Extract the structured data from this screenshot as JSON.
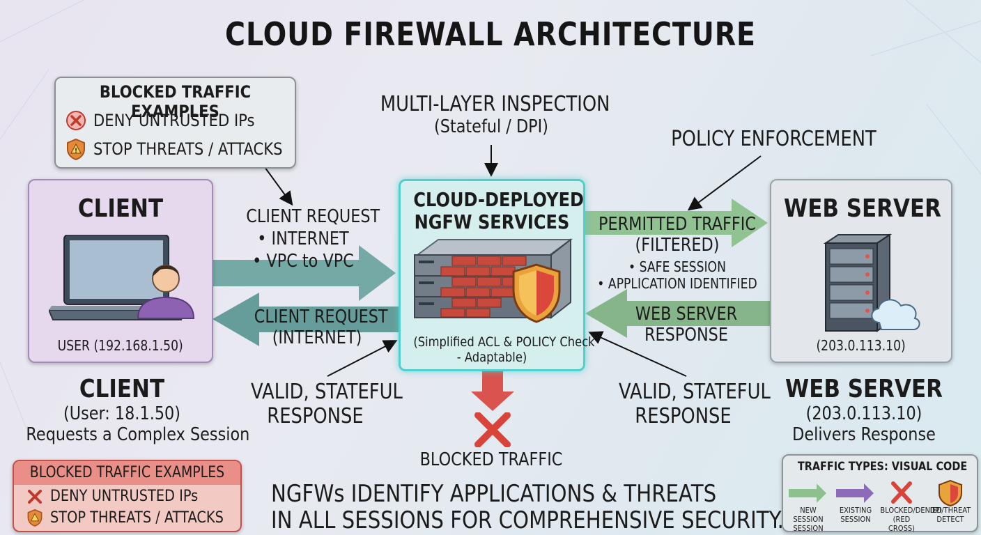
{
  "title": "CLOUD FIREWALL ARCHITECTURE",
  "blocked_top": {
    "heading": "BLOCKED TRAFFIC EXAMPLES",
    "items": [
      "DENY UNTRUSTED IPs",
      "STOP THREATS / ATTACKS"
    ]
  },
  "client": {
    "box_title": "CLIENT",
    "box_caption": "USER (192.168.1.50)",
    "below_title": "CLIENT",
    "below_line1": "(User: 18.1.50)",
    "below_line2": "Requests a Complex Session"
  },
  "request_label": {
    "title": "CLIENT REQUEST",
    "items": [
      "• INTERNET",
      "• VPC to VPC"
    ]
  },
  "response_left": {
    "line1": "CLIENT REQUEST",
    "line2": "(INTERNET)"
  },
  "inspection": {
    "line1": "MULTI-LAYER INSPECTION",
    "line2": "(Stateful / DPI)"
  },
  "ngfw": {
    "line1": "CLOUD-DEPLOYED",
    "line2": "NGFW SERVICES",
    "caption1": "(Simplified ACL & POLICY Check",
    "caption2": "- Adaptable)"
  },
  "policy": "POLICY ENFORCEMENT",
  "permitted": {
    "line1": "PERMITTED TRAFFIC",
    "line2": "(FILTERED)",
    "items": [
      "• SAFE SESSION",
      "• APPLICATION IDENTIFIED"
    ]
  },
  "server_response": {
    "line1": "WEB SERVER",
    "line2": "RESPONSE"
  },
  "server": {
    "box_title": "WEB SERVER",
    "box_caption": "(203.0.113.10)",
    "below_title": "WEB SERVER",
    "below_line1": "(203.0.113.10)",
    "below_line2": "Delivers Response"
  },
  "valid_left": {
    "line1": "VALID, STATEFUL",
    "line2": "RESPONSE"
  },
  "valid_right": {
    "line1": "VALID, STATEFUL",
    "line2": "RESPONSE"
  },
  "blocked_traffic": "BLOCKED TRAFFIC",
  "footer": {
    "line1": "NGFWs IDENTIFY APPLICATIONS & THREATS",
    "line2": "IN ALL SESSIONS FOR COMPREHENSIVE SECURITY."
  },
  "blocked_bottom": {
    "heading": "BLOCKED TRAFFIC EXAMPLES",
    "items": [
      "DENY UNTRUSTED IPs",
      "STOP THREATS / ATTACKS"
    ]
  },
  "legend": {
    "heading": "TRAFFIC TYPES: VISUAL CODE",
    "items": [
      {
        "line1": "NEW SESSION",
        "line2": "SESSION"
      },
      {
        "line1": "EXISTING",
        "line2": "SESSION"
      },
      {
        "line1": "BLOCKED/DENIED",
        "line2": "(RED CROSS)"
      },
      {
        "line1": "DPI/THREAT",
        "line2": "DETECT"
      }
    ]
  },
  "colors": {
    "client_arrow": "#6fa5a0",
    "response_arrow": "#5f9893",
    "permitted_arrow": "#8cc08c",
    "blocked_arrow": "#d9534f",
    "ngfw_border": "#4fd0cf",
    "existing_arrow": "#8e6bb8"
  }
}
